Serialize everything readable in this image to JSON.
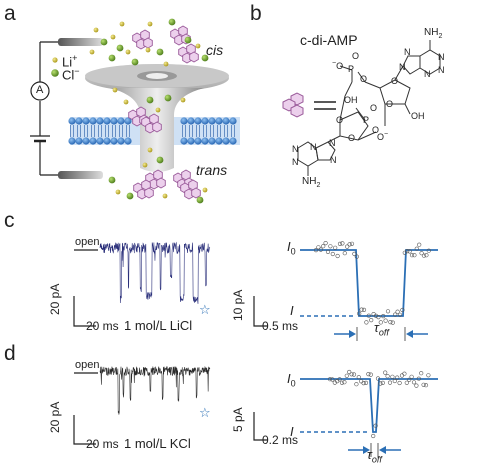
{
  "panels": {
    "a": {
      "letter": "a",
      "ions": [
        "Li",
        "Cl"
      ],
      "ion_charges": [
        "+",
        "−"
      ],
      "ammeter": "A",
      "cis": "cis",
      "trans": "trans"
    },
    "b": {
      "letter": "b",
      "molecule": "c-di-AMP",
      "atoms": {
        "nh2_top": "NH",
        "nh2_top_sub": "2",
        "nh2_bottom": "NH",
        "nh2_bottom_sub": "2",
        "oh_a": "OH",
        "oh_b": "OH",
        "o_minus_a": "O",
        "o_minus_b": "O",
        "p_a": "P",
        "p_b": "P",
        "o1": "O",
        "o2": "O",
        "o3": "O",
        "o4": "O",
        "o5": "O",
        "o6": "O",
        "o7": "O",
        "o8": "O",
        "n1": "N",
        "n2": "N",
        "n3": "N",
        "n4": "N",
        "n5": "N",
        "n6": "N",
        "n7": "N",
        "n8": "N",
        "n9": "N",
        "n10": "N"
      }
    },
    "c": {
      "letter": "c",
      "open": "open",
      "scale_y": "20 pA",
      "scale_x": "20 ms",
      "condition": "1 mol/L LiCl",
      "zoom_scale_y": "10 pA",
      "zoom_scale_x": "0.5 ms",
      "i0": "I",
      "i0_sub": "0",
      "i": "I",
      "tau": "τ",
      "tau_sub": "off",
      "star": "☆"
    },
    "d": {
      "letter": "d",
      "open": "open",
      "scale_y": "20 pA",
      "scale_x": "20 ms",
      "condition": "1 mol/L KCl",
      "zoom_scale_y": "5 pA",
      "zoom_scale_x": "0.2 ms",
      "i0": "I",
      "i0_sub": "0",
      "i": "I",
      "tau": "τ",
      "tau_sub": "off",
      "star": "☆"
    }
  },
  "colors": {
    "trace_c": "#2a2f7a",
    "trace_d": "#2a2a2a",
    "fit": "#2b6fb5",
    "ion_li": "#c8b828",
    "ion_cl": "#6a9a2a",
    "membrane": "#3a7ac8",
    "molecule": "#e8c8e8"
  }
}
